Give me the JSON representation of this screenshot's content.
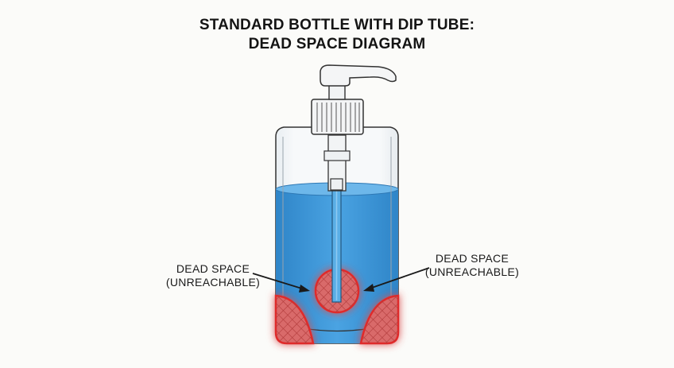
{
  "title": {
    "line1": "STANDARD BOTTLE WITH DIP TUBE:",
    "line2": "DEAD SPACE DIAGRAM"
  },
  "labels": {
    "left": {
      "line1": "DEAD SPACE",
      "line2": "(UNREACHABLE)"
    },
    "right": {
      "line1": "DEAD SPACE",
      "line2": "(UNREACHABLE)"
    }
  },
  "colors": {
    "liquid": "#3f96d8",
    "liquid_dark": "#2d7fc0",
    "dead_space": "#d9534f",
    "glow": "#ff3b3b",
    "outline": "#2b2b2b",
    "background": "#fbfbf9"
  }
}
